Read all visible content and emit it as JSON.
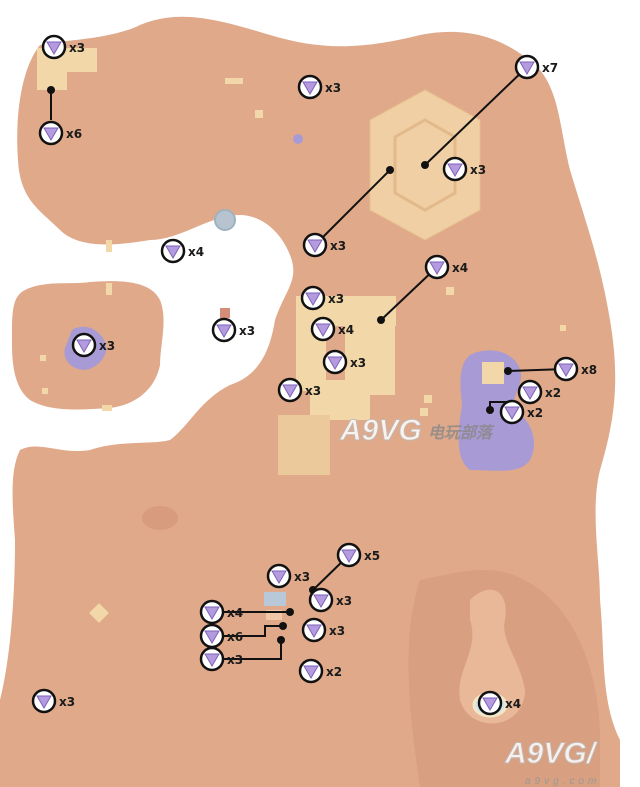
{
  "map": {
    "icon": "tera-raid-crystal-icon",
    "colors": {
      "land": "#dfa98a",
      "land_dark": "#d49b7d",
      "building": "#f2d8a8",
      "lake": "#a89ad4",
      "ring": "#111111",
      "crystal": "#b49be0"
    },
    "markers": [
      {
        "count": "x3"
      },
      {
        "count": "x6"
      },
      {
        "count": "x3"
      },
      {
        "count": "x7"
      },
      {
        "count": "x3"
      },
      {
        "count": "x3"
      },
      {
        "count": "x4"
      },
      {
        "count": "x4"
      },
      {
        "count": "x3"
      },
      {
        "count": "x4"
      },
      {
        "count": "x3"
      },
      {
        "count": "x3"
      },
      {
        "count": "x3"
      },
      {
        "count": "x8"
      },
      {
        "count": "x3"
      },
      {
        "count": "x2"
      },
      {
        "count": "x2"
      },
      {
        "count": "x5"
      },
      {
        "count": "x3"
      },
      {
        "count": "x3"
      },
      {
        "count": "x4"
      },
      {
        "count": "x6"
      },
      {
        "count": "x3"
      },
      {
        "count": "x3"
      },
      {
        "count": "x2"
      },
      {
        "count": "x3"
      },
      {
        "count": "x4"
      }
    ]
  },
  "watermarks": {
    "center_logo": "A9VG",
    "center_cn": "电玩部落",
    "corner_logo": "A9VG/",
    "corner_url": "a9vg.com"
  }
}
